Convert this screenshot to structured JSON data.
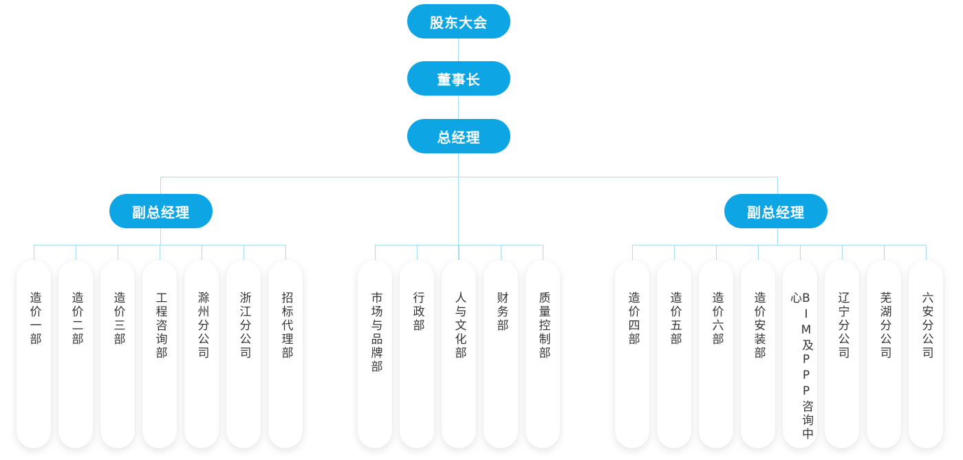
{
  "colors": {
    "accent": "#0ea5e4",
    "line": "#a8dcef",
    "text": "#333333"
  },
  "top": [
    {
      "id": "shareholders",
      "label": "股东大会"
    },
    {
      "id": "board",
      "label": "董事长"
    },
    {
      "id": "gm",
      "label": "总经理"
    }
  ],
  "vps": [
    {
      "id": "vp-left",
      "label": "副总经理"
    },
    {
      "id": "vp-right",
      "label": "副总经理"
    }
  ],
  "groups": [
    {
      "id": "left",
      "departments": [
        "造价一部",
        "造价二部",
        "造价三部",
        "工程咨询部",
        "滁州分公司",
        "浙江分公司",
        "招标代理部"
      ]
    },
    {
      "id": "center",
      "departments": [
        "市场与品牌部",
        "行政部",
        "人与文化部",
        "财务部",
        "质量控制部"
      ]
    },
    {
      "id": "right",
      "departments": [
        "造价四部",
        "造价五部",
        "造价六部",
        "造价安装部",
        "BIM及PPP咨询中心",
        "辽宁分公司",
        "芜湖分公司",
        "六安分公司"
      ]
    }
  ]
}
